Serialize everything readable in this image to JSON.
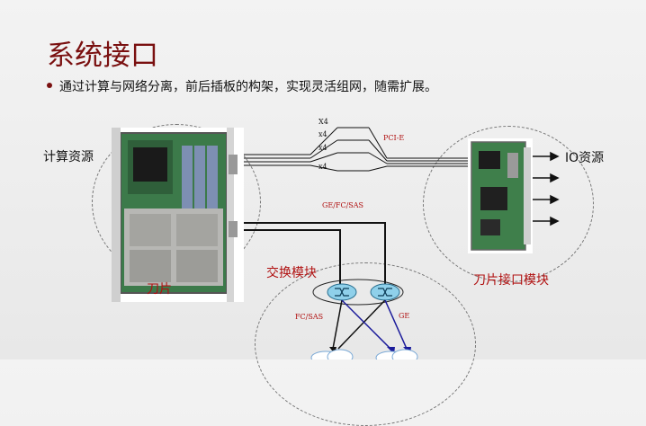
{
  "slide": {
    "title": "系统接口",
    "bullet": "通过计算与网络分离，前后插板的构架，实现灵活组网，随需扩展。"
  },
  "labels": {
    "compute_resource": "计算资源",
    "io_resource": "IO资源",
    "blade": "刀片",
    "blade_interface_module": "刀片接口模块",
    "switch_module": "交换模块"
  },
  "links": {
    "x4_lines": [
      "X4",
      "x4",
      "x4",
      "x4"
    ],
    "pcie": "PCI-E",
    "ge_fc_sas": "GE/FC/SAS",
    "fc_sas": "FC/SAS",
    "ge": "GE"
  },
  "colors": {
    "title": "#7a1010",
    "red_label": "#b01010",
    "blue_link": "#1a1a9a"
  }
}
